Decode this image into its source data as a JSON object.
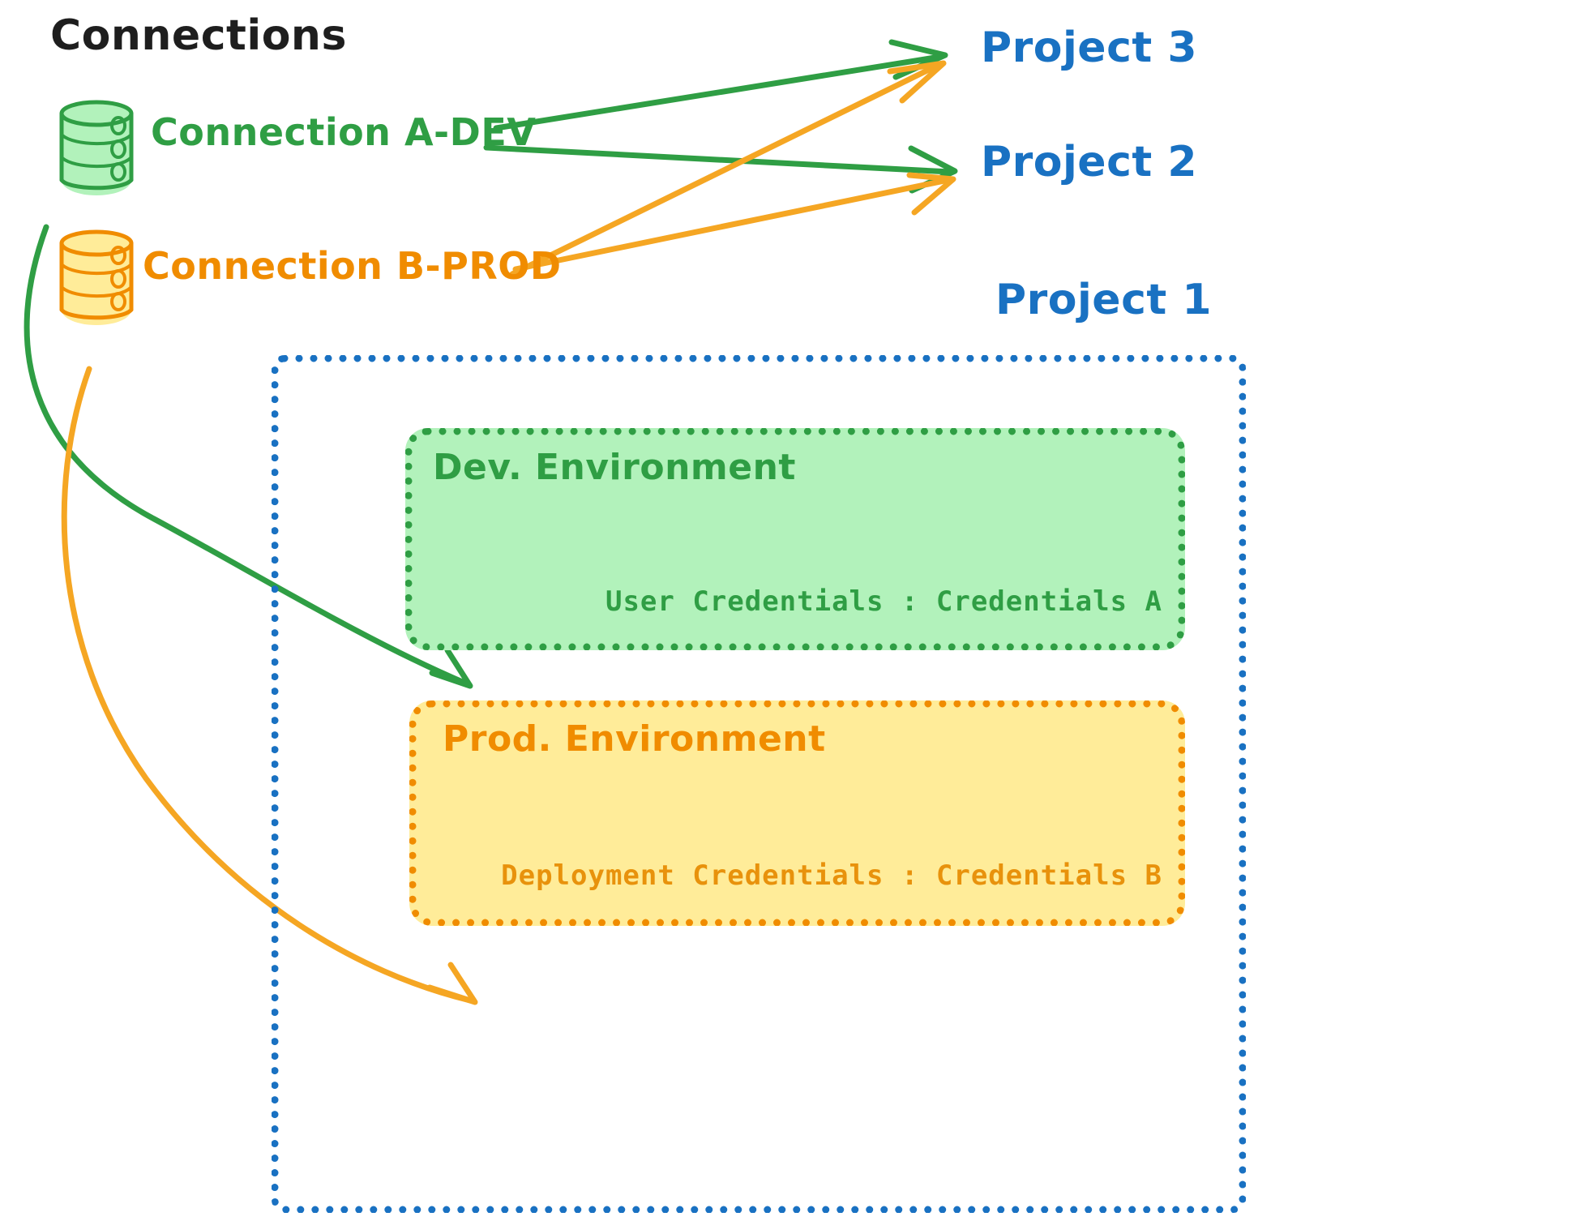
{
  "diagram": {
    "title": "Connections",
    "type": "connection-environment-mapping"
  },
  "connections": [
    {
      "id": "a-dev",
      "label": "Connection A-DEV",
      "icon": "database-cylinder-icon",
      "color": "#2f9e44",
      "fill": "#b2f2bb",
      "targets": [
        "Project 3",
        "Project 2",
        "Dev. Environment"
      ]
    },
    {
      "id": "b-prod",
      "label": "Connection B-PROD",
      "icon": "database-cylinder-icon",
      "color": "#f08c00",
      "fill": "#ffec99",
      "targets": [
        "Project 3",
        "Project 2",
        "Prod. Environment"
      ]
    }
  ],
  "projects": [
    {
      "id": "project-3",
      "label": "Project 3",
      "color": "#1971c2"
    },
    {
      "id": "project-2",
      "label": "Project 2",
      "color": "#1971c2"
    },
    {
      "id": "project-1",
      "label": "Project 1",
      "color": "#1971c2"
    }
  ],
  "project1_container": {
    "label": "Project 1",
    "border_color": "#1971c2",
    "environments": [
      {
        "id": "dev-environment",
        "label": "Dev. Environment",
        "credentials_label": "User Credentials : Credentials A",
        "color": "#2f9e44",
        "fill": "#b2f2bb"
      },
      {
        "id": "prod-environment",
        "label": "Prod. Environment",
        "credentials_label": "Deployment Credentials : Credentials B",
        "color": "#f08c00",
        "fill": "#ffec99"
      }
    ]
  },
  "colors": {
    "green_stroke": "#2f9e44",
    "green_fill": "#b2f2bb",
    "orange_stroke": "#f08c00",
    "orange_fill": "#ffec99",
    "blue": "#1971c2",
    "arrow_green": "#2f9e44",
    "arrow_orange": "#f5a623",
    "text_dark": "#1e1e1e"
  }
}
